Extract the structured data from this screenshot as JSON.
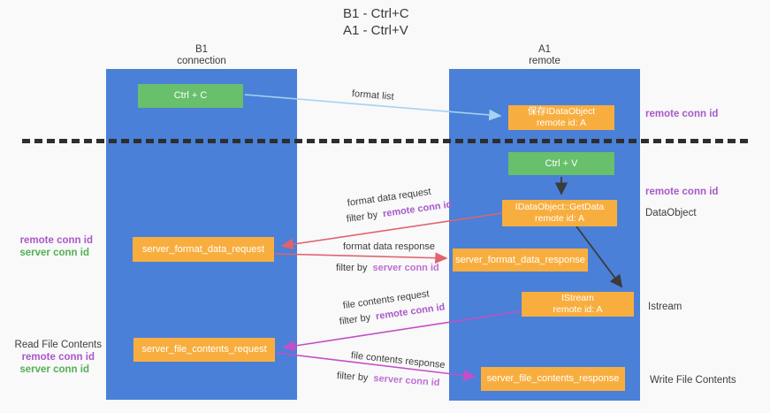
{
  "title": {
    "line1": "B1 - Ctrl+C",
    "line2": "A1 - Ctrl+V"
  },
  "lanes": {
    "left": {
      "name": "B1",
      "subtitle": "connection"
    },
    "right": {
      "name": "A1",
      "subtitle": "remote"
    }
  },
  "nodes": {
    "ctrl_c": {
      "label": "Ctrl + C"
    },
    "save_idataobject": {
      "line1": "保存IDataObject",
      "line2": "remote id: A"
    },
    "ctrl_v": {
      "label": "Ctrl + V"
    },
    "getdata": {
      "line1": "IDataObject::GetData",
      "line2": "remote id: A"
    },
    "format_request": {
      "label": "server_format_data_request"
    },
    "format_response": {
      "label": "server_format_data_response"
    },
    "istream": {
      "line1": "IStream",
      "line2": "remote id: A"
    },
    "file_request": {
      "label": "server_file_contents_request"
    },
    "file_response": {
      "label": "server_file_contents_response"
    }
  },
  "edge_labels": {
    "format_list": "format list",
    "format_data_request": "format data request",
    "format_data_response": "format data response",
    "file_contents_request": "file contents request",
    "file_contents_response": "file contents response",
    "filter_by": "filter by",
    "remote_conn_id": "remote conn id",
    "server_conn_id": "server conn id"
  },
  "side_labels": {
    "remote_conn_id": "remote conn id",
    "server_conn_id": "server conn id",
    "dataobject": "DataObject",
    "istream": "Istream",
    "read_file_contents": "Read File Contents",
    "write_file_contents": "Write File Contents"
  },
  "colors": {
    "lane_blue": "#4a80d8",
    "node_green": "#68bf6c",
    "node_orange": "#f8ae3f",
    "arrow_light_blue": "#a5d2f1",
    "arrow_red": "#e0636e",
    "arrow_magenta": "#c44ec9",
    "arrow_black": "#3b3b3b",
    "label_purple": "#a958ca",
    "label_light_purple": "#bd6fd3",
    "label_green": "#54ae57"
  }
}
